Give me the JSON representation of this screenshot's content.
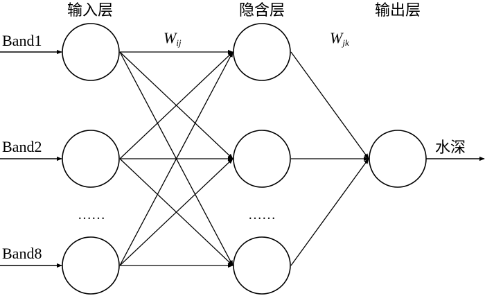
{
  "layers": {
    "input": "输入层",
    "hidden": "隐含层",
    "output": "输出层"
  },
  "weights": {
    "input_hidden": {
      "base": "W",
      "sub": "ij"
    },
    "hidden_output": {
      "base": "W",
      "sub": "jk"
    }
  },
  "inputs": [
    "Band1",
    "Band2",
    "Band8"
  ],
  "ellipsis": "……",
  "output_label": "水深"
}
